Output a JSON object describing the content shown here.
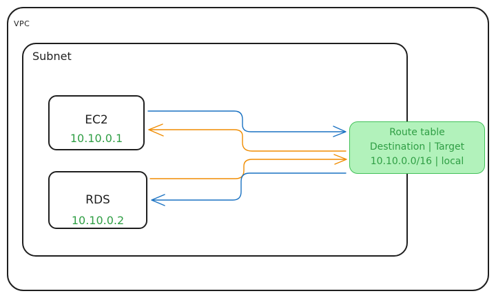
{
  "vpc": {
    "label": "VPC"
  },
  "subnet": {
    "label": "Subnet"
  },
  "nodes": {
    "ec2": {
      "name": "EC2",
      "ip": "10.10.0.1"
    },
    "rds": {
      "name": "RDS",
      "ip": "10.10.0.2"
    }
  },
  "route_table": {
    "title": "Route table",
    "header": "Destination | Target",
    "row": "10.10.0.0/16 |  local"
  },
  "colors": {
    "blue_flow": "#1971c2",
    "orange_flow": "#f08c00",
    "route_fill": "#b2f2bb",
    "route_text": "#2f9e44",
    "ip_text": "#2f9e44"
  }
}
